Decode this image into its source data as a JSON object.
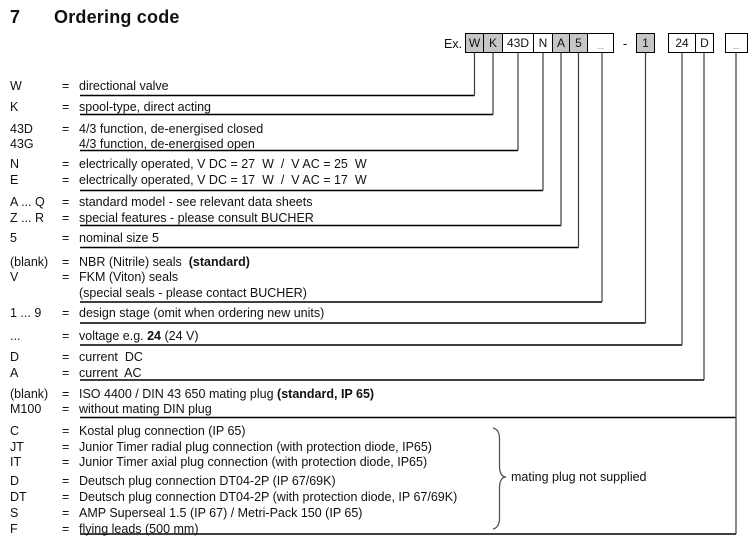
{
  "colors": {
    "text": "#111111",
    "shaded_box_bg": "#c6c6c6",
    "placeholder_char": "#9a9a9a"
  },
  "header": {
    "section_number": "7",
    "title": "Ordering code"
  },
  "example": {
    "label": "Ex.",
    "separator": "-",
    "boxes": [
      {
        "text": "W",
        "shaded": true
      },
      {
        "text": "K",
        "shaded": true
      },
      {
        "text": "43D",
        "shaded": false
      },
      {
        "text": "N",
        "shaded": false
      },
      {
        "text": "A",
        "shaded": true
      },
      {
        "text": "5",
        "shaded": true
      },
      {
        "text": "_",
        "shaded": false,
        "placeholder": true
      },
      {
        "text": "1",
        "shaded": true
      },
      {
        "text": "24",
        "shaded": false
      },
      {
        "text": "D",
        "shaded": false
      },
      {
        "text": "_",
        "shaded": false,
        "placeholder": true
      }
    ]
  },
  "brace_note": "mating plug not supplied",
  "rows": [
    {
      "code": "W",
      "eq": "=",
      "pre": "directional valve",
      "bold": "",
      "post": ""
    },
    {
      "code": "K",
      "eq": "=",
      "pre": "spool-type, direct acting",
      "bold": "",
      "post": ""
    },
    {
      "code": "43D",
      "eq": "=",
      "pre": "4/3 function, de-energised closed",
      "bold": "",
      "post": ""
    },
    {
      "code": "43G",
      "eq": "",
      "pre": "4/3 function, de-energised open",
      "bold": "",
      "post": ""
    },
    {
      "code": "N",
      "eq": "=",
      "pre": "electrically operated, V DC = 27  W  /  V AC = 25  W",
      "bold": "",
      "post": ""
    },
    {
      "code": "E",
      "eq": "=",
      "pre": "electrically operated, V DC = 17  W  /  V AC = 17  W",
      "bold": "",
      "post": ""
    },
    {
      "code": "A ... Q",
      "eq": "=",
      "pre": "standard model - see relevant data sheets",
      "bold": "",
      "post": ""
    },
    {
      "code": "Z ... R",
      "eq": "=",
      "pre": "special features - please consult BUCHER",
      "bold": "",
      "post": ""
    },
    {
      "code": "5",
      "eq": "=",
      "pre": "nominal size 5",
      "bold": "",
      "post": ""
    },
    {
      "code": "(blank)",
      "eq": "=",
      "pre": "NBR (Nitrile) seals  ",
      "bold": "(standard)",
      "post": ""
    },
    {
      "code": "V",
      "eq": "=",
      "pre": "FKM (Viton) seals",
      "bold": "",
      "post": ""
    },
    {
      "code": "",
      "eq": "",
      "pre": "(special seals - please contact BUCHER)",
      "bold": "",
      "post": ""
    },
    {
      "code": "1 ... 9",
      "eq": "=",
      "pre": "design stage (omit when ordering new units)",
      "bold": "",
      "post": ""
    },
    {
      "code": "...",
      "eq": "=",
      "pre": "voltage e.g. ",
      "bold": "24",
      "post": " (24 V)"
    },
    {
      "code": "D",
      "eq": "=",
      "pre": "current  DC",
      "bold": "",
      "post": ""
    },
    {
      "code": "A",
      "eq": "=",
      "pre": "current  AC",
      "bold": "",
      "post": ""
    },
    {
      "code": "(blank)",
      "eq": "=",
      "pre": "ISO 4400 / DIN 43 650 mating plug ",
      "bold": "(standard, IP 65)",
      "post": ""
    },
    {
      "code": "M100",
      "eq": "=",
      "pre": "without mating DIN plug",
      "bold": "",
      "post": ""
    },
    {
      "code": "C",
      "eq": "=",
      "pre": "Kostal plug connection (IP 65)",
      "bold": "",
      "post": ""
    },
    {
      "code": "JT",
      "eq": "=",
      "pre": "Junior Timer radial plug connection (with protection diode, IP65)",
      "bold": "",
      "post": ""
    },
    {
      "code": "IT",
      "eq": "=",
      "pre": "Junior Timer axial plug connection (with protection diode, IP65)",
      "bold": "",
      "post": ""
    },
    {
      "code": "D",
      "eq": "=",
      "pre": "Deutsch plug connection DT04-2P (IP 67/69K)",
      "bold": "",
      "post": ""
    },
    {
      "code": "DT",
      "eq": "=",
      "pre": "Deutsch plug connection DT04-2P (with protection diode, IP 67/69K)",
      "bold": "",
      "post": ""
    },
    {
      "code": "S",
      "eq": "=",
      "pre": "AMP Superseal 1.5 (IP 67) / Metri-Pack 150 (IP 65)",
      "bold": "",
      "post": ""
    },
    {
      "code": "F",
      "eq": "=",
      "pre": "flying leads (500 mm)",
      "bold": "",
      "post": ""
    }
  ]
}
